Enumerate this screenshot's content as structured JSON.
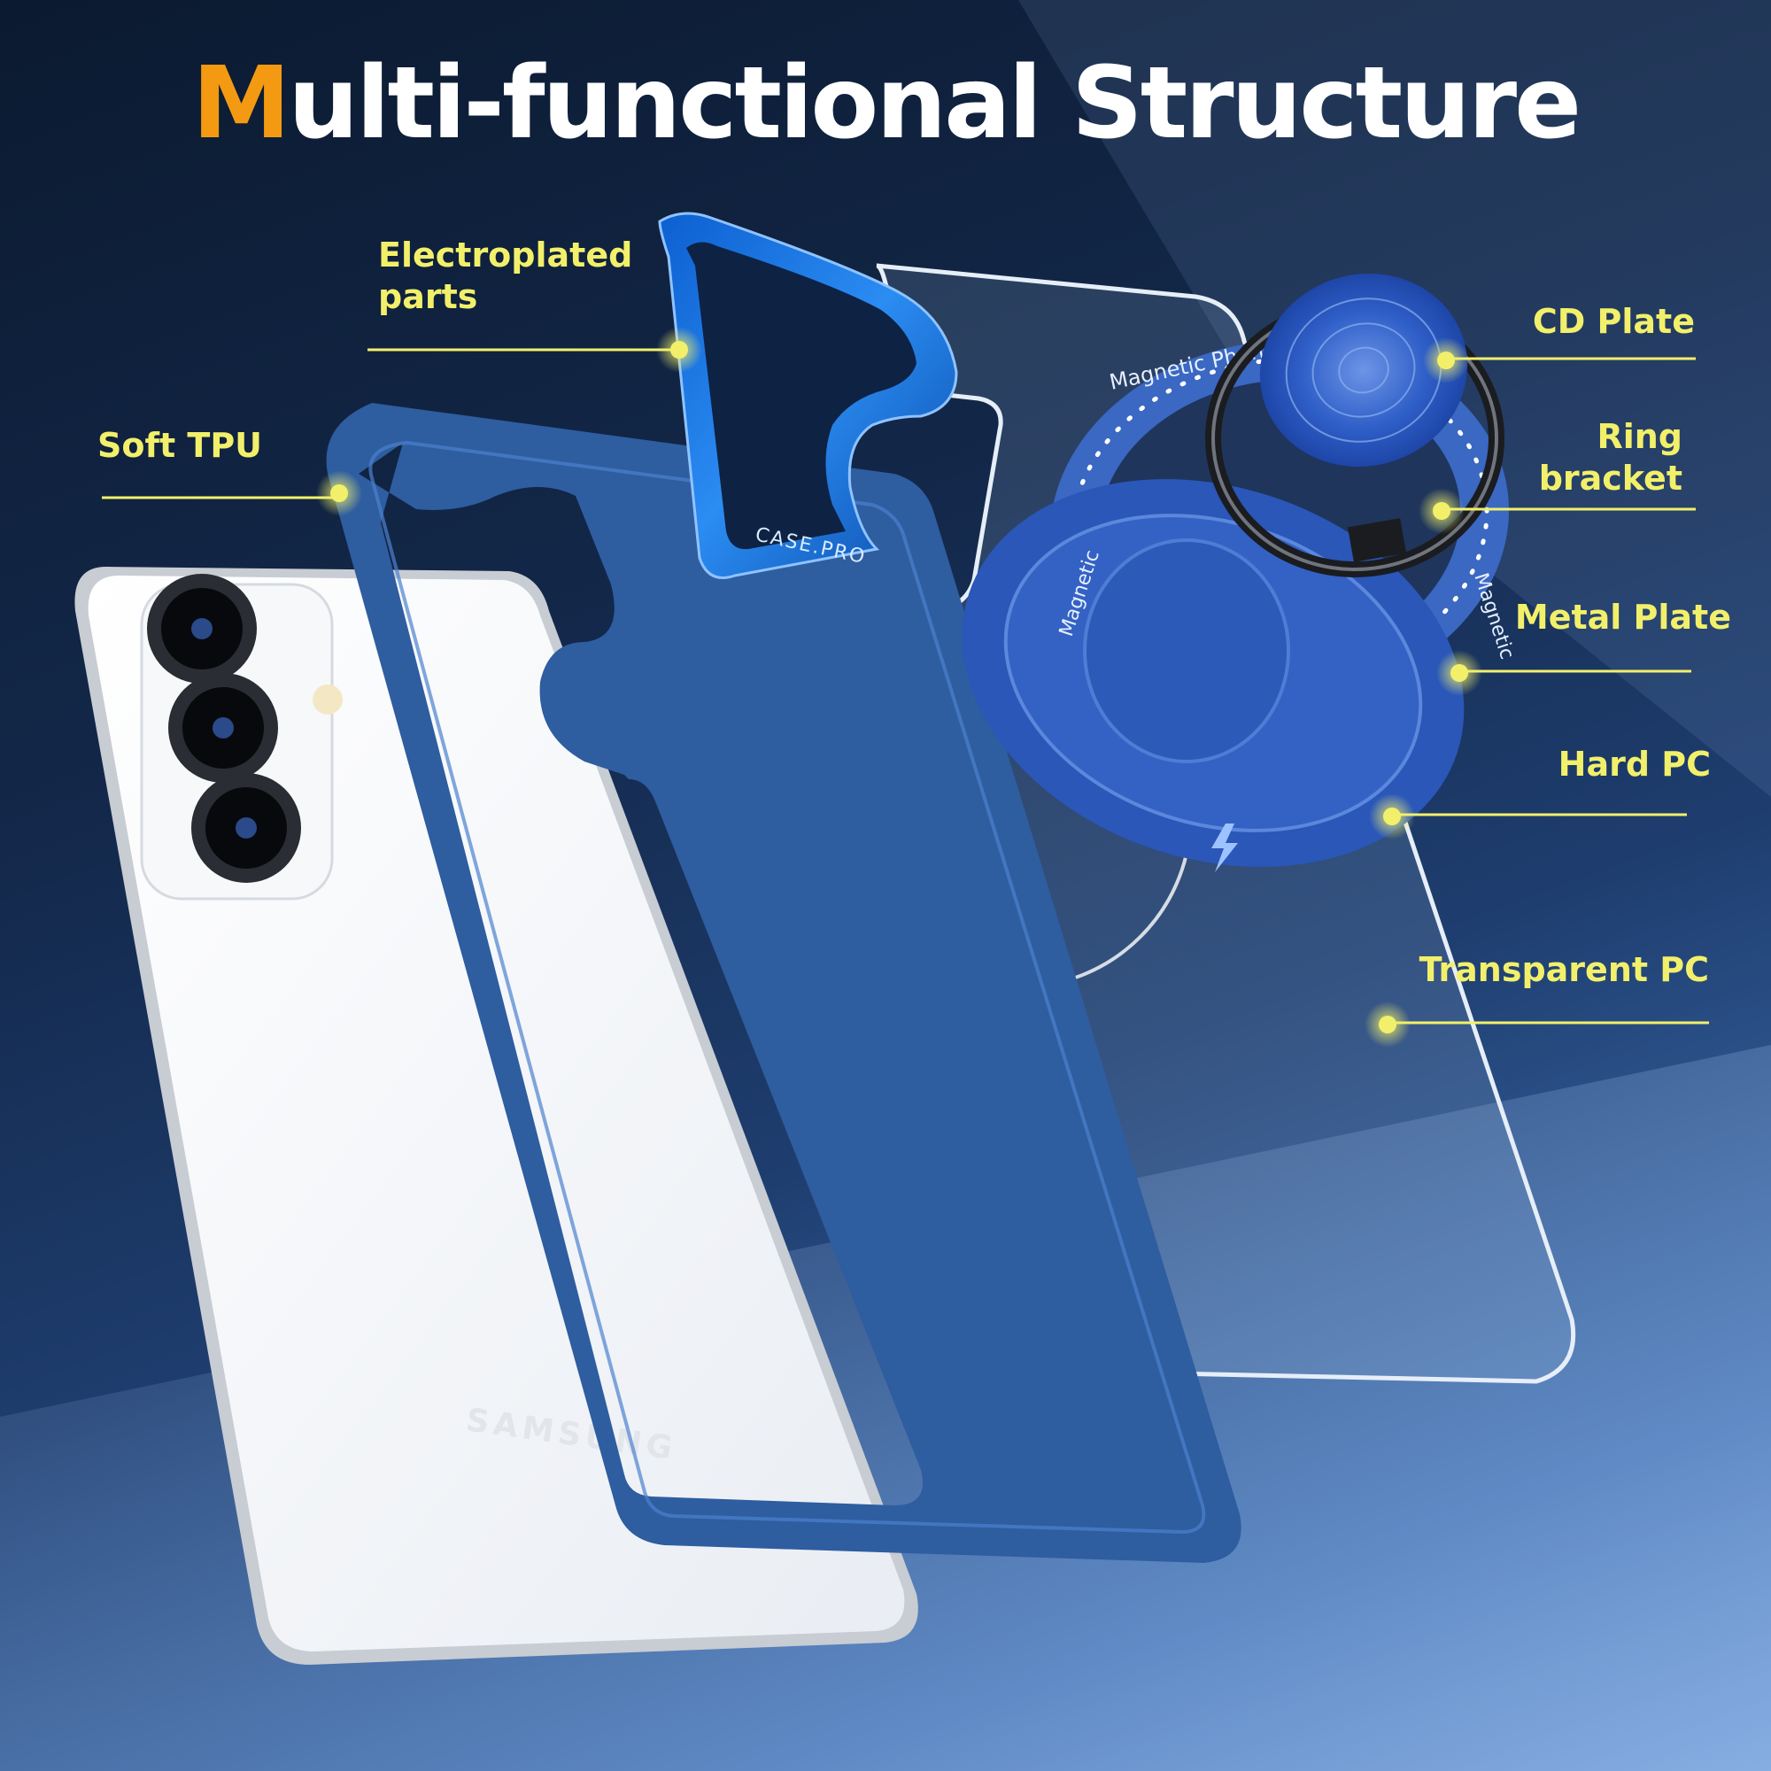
{
  "title": {
    "first_letter": "M",
    "rest": "ulti-functional Structure"
  },
  "labels": {
    "electroplated": "Electroplated\nparts",
    "soft_tpu": "Soft TPU",
    "cd_plate": "CD Plate",
    "ring_bracket": "Ring\nbracket",
    "metal_plate": "Metal Plate",
    "hard_pc": "Hard PC",
    "transparent_pc": "Transparent PC"
  },
  "engravings": {
    "camera_ring": "CASE.PRO",
    "phone_logo": "SAMSUNG",
    "metal_plate_text": "Magnetic Phone Case",
    "ring_text_1": "Magnetic",
    "ring_text_2": "Magnetic"
  },
  "colors": {
    "accent_orange": "#f39a12",
    "label_yellow": "#f2f06a",
    "case_blue": "#2e5da0",
    "plate_blue": "#3a68c2"
  },
  "icons": {
    "lightning": "lightning-bolt-icon"
  }
}
